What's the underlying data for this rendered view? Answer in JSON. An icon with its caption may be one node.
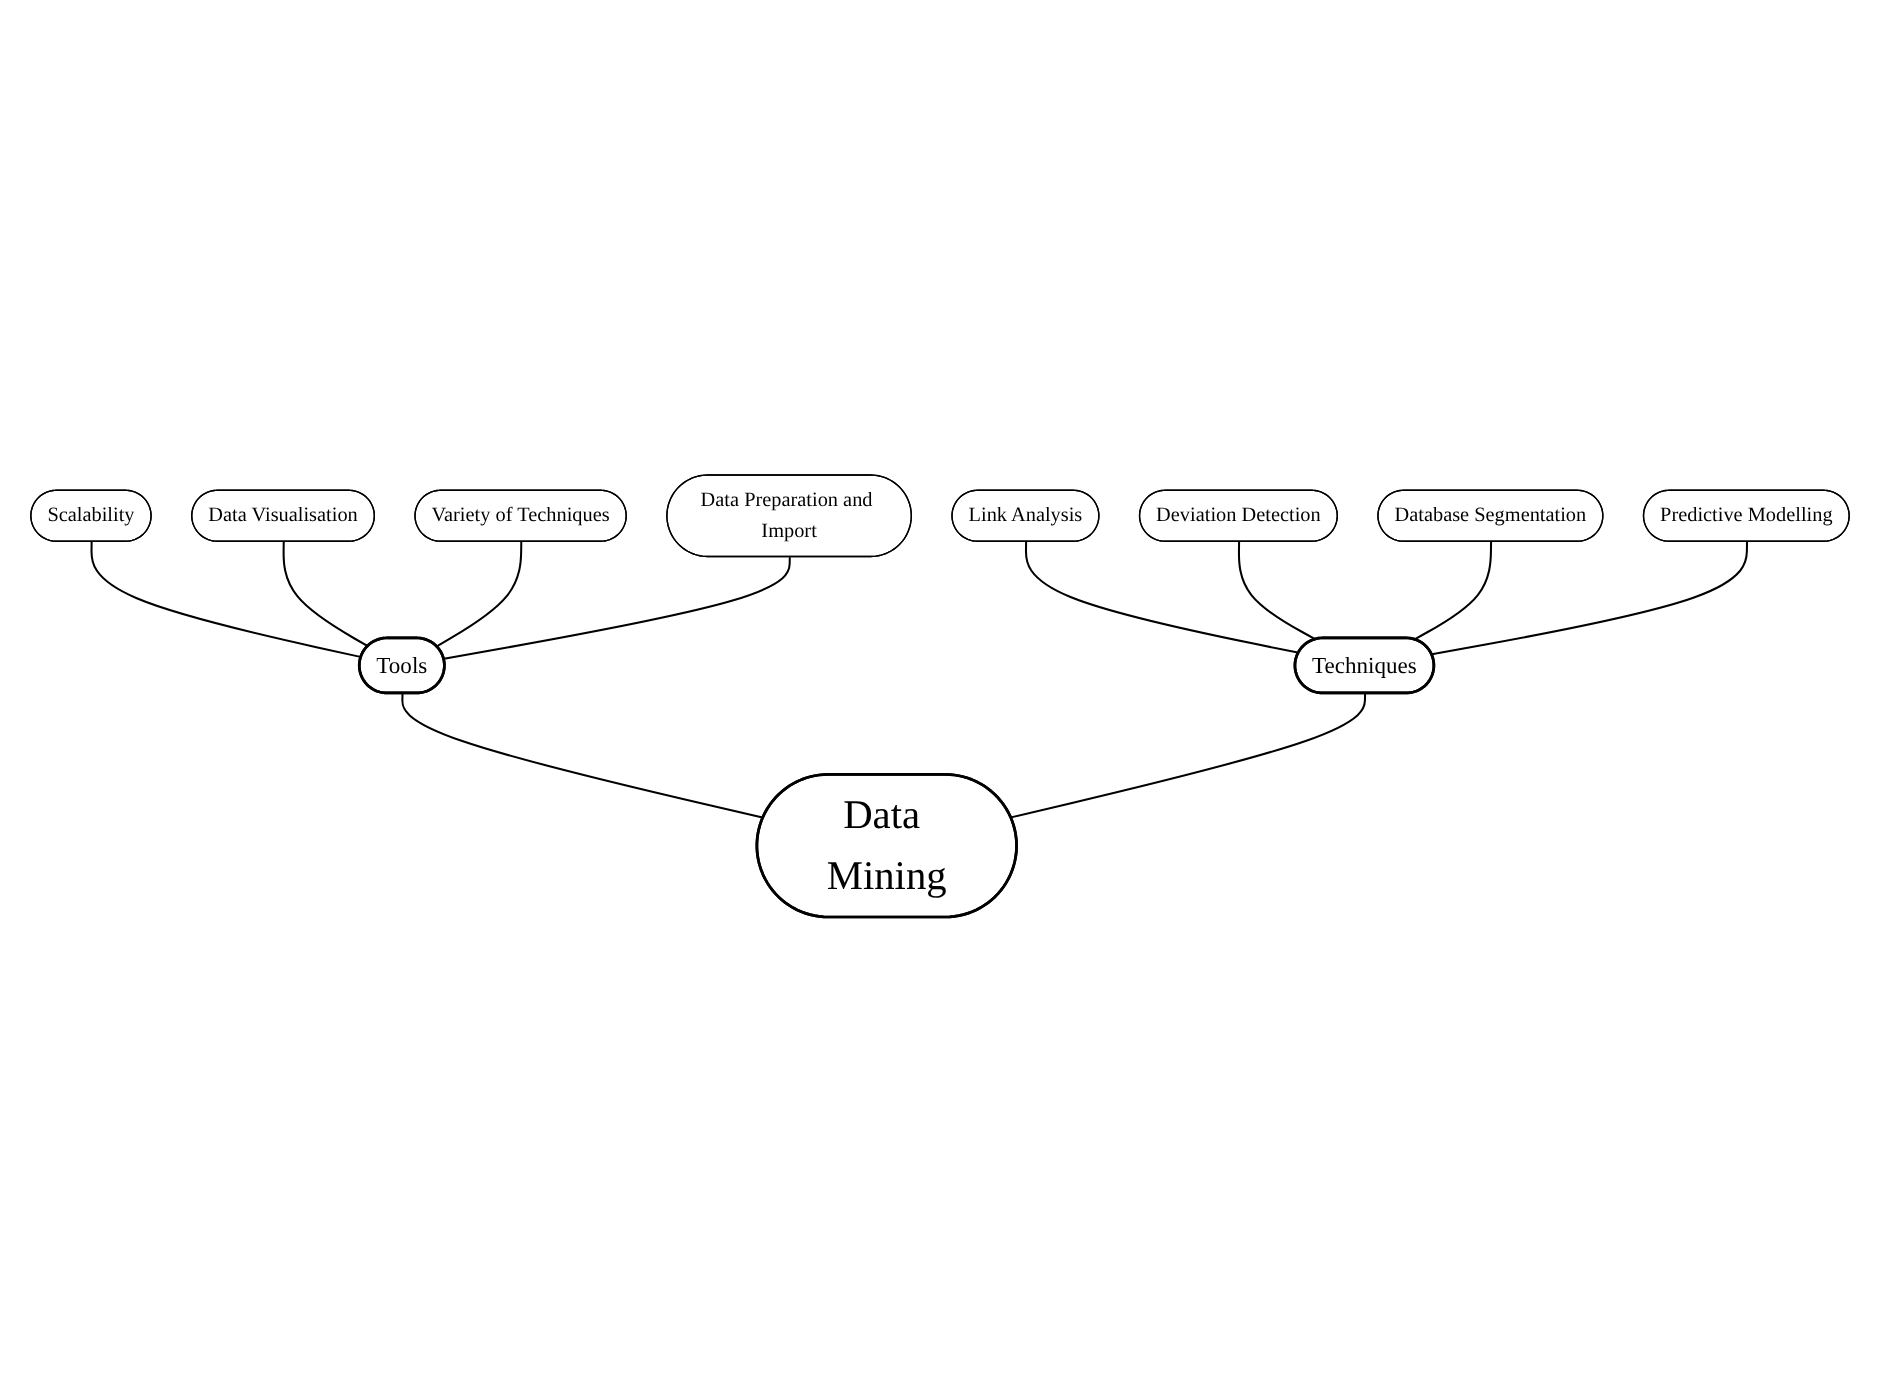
{
  "diagram": {
    "nodes": [
      {
        "text": [
          "Data Mining"
        ]
      },
      {
        "text": [
          "Tools"
        ]
      },
      {
        "text": [
          "Techniques"
        ]
      },
      {
        "text": [
          "Scalability"
        ]
      },
      {
        "text": [
          "Data Visualisation"
        ]
      },
      {
        "text": [
          "Variety of Techniques"
        ]
      },
      {
        "text": [
          "Data Preparation and Import"
        ]
      },
      {
        "text": [
          "Link Analysis"
        ]
      },
      {
        "text": [
          "Deviation Detection"
        ]
      },
      {
        "text": [
          "Database Segmentation"
        ]
      },
      {
        "text": [
          "Predictive Modelling"
        ]
      }
    ],
    "edges": [
      {
        "from": 0,
        "to": 1,
        "arrow": "none"
      },
      {
        "from": 0,
        "to": 2,
        "arrow": "none"
      },
      {
        "from": 1,
        "to": 3,
        "arrow": "none"
      },
      {
        "from": 1,
        "to": 4,
        "arrow": "none"
      },
      {
        "from": 1,
        "to": 5,
        "arrow": "none"
      },
      {
        "from": 1,
        "to": 6,
        "arrow": "none"
      },
      {
        "from": 2,
        "to": 7,
        "arrow": "none"
      },
      {
        "from": 2,
        "to": 8,
        "arrow": "none"
      },
      {
        "from": 2,
        "to": 9,
        "arrow": "none"
      },
      {
        "from": 2,
        "to": 10,
        "arrow": "none"
      }
    ]
  }
}
